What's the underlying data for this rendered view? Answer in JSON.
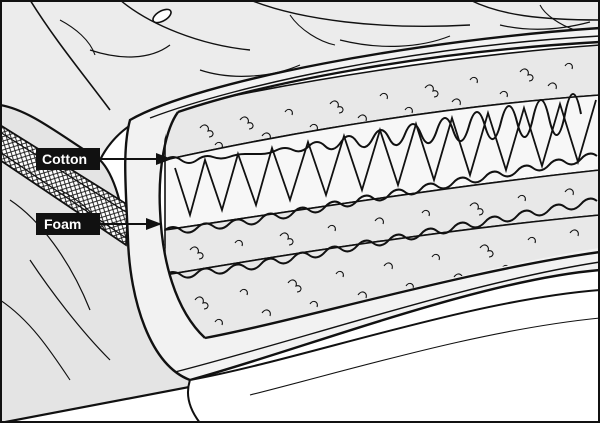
{
  "diagram": {
    "callouts": [
      {
        "id": "cotton",
        "text": "Cotton"
      },
      {
        "id": "foam",
        "text": "Foam"
      }
    ],
    "colors": {
      "ink": "#111111",
      "paper": "#ffffff",
      "shade": "#d6d6d6",
      "light_shade": "#ebebeb",
      "label_bg": "#111111",
      "label_text": "#ffffff"
    }
  }
}
